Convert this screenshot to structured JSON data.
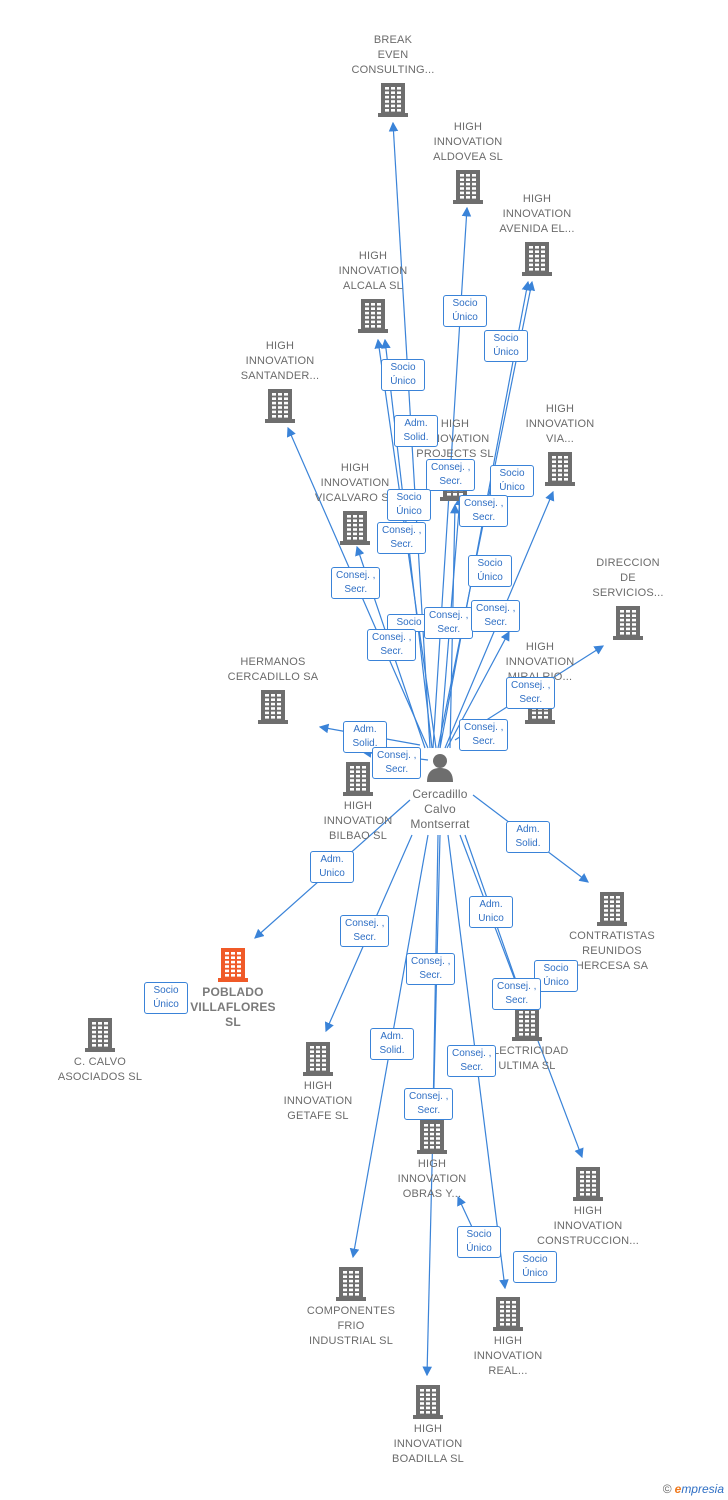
{
  "colors": {
    "edge": "#3a83d8",
    "building": "#6e6e6e",
    "focus_building": "#f05a28",
    "label": "#6b6b6b"
  },
  "center": {
    "icon": "person-icon",
    "label": "Cercadillo\nCalvo\nMontserrat"
  },
  "companies": [
    {
      "id": "break-even",
      "label": "BREAK\nEVEN\nCONSULTING...",
      "pos": "top"
    },
    {
      "id": "aldovea",
      "label": "HIGH\nINNOVATION\nALDOVEA  SL",
      "pos": "top"
    },
    {
      "id": "avenida",
      "label": "HIGH\nINNOVATION\nAVENIDA EL...",
      "pos": "top"
    },
    {
      "id": "alcala",
      "label": "HIGH\nINNOVATION\nALCALA  SL",
      "pos": "top"
    },
    {
      "id": "santander",
      "label": "HIGH\nINNOVATION\nSANTANDER...",
      "pos": "top"
    },
    {
      "id": "projects",
      "label": "HIGH\nINNOVATION\nPROJECTS  SL",
      "pos": "top"
    },
    {
      "id": "via",
      "label": "HIGH\nINNOVATION\nVIA...",
      "pos": "top"
    },
    {
      "id": "vicalvaro",
      "label": "HIGH\nINNOVATION\nVICALVARO  SL",
      "pos": "top"
    },
    {
      "id": "direccion",
      "label": "DIRECCION\nDE\nSERVICIOS...",
      "pos": "top"
    },
    {
      "id": "miralrio",
      "label": "HIGH\nINNOVATION\nMIRALRIO...",
      "pos": "top"
    },
    {
      "id": "hermanos",
      "label": "HERMANOS\nCERCADILLO SA",
      "pos": "top"
    },
    {
      "id": "bilbao",
      "label": "HIGH\nINNOVATION\nBILBAO  SL",
      "pos": "bottom"
    },
    {
      "id": "contratistas",
      "label": "CONTRATISTAS\nREUNIDOS\nHERCESA SA",
      "pos": "bottom"
    },
    {
      "id": "poblado",
      "label": "POBLADO\nVILLAFLORES\nSL",
      "pos": "bottom",
      "focus": true
    },
    {
      "id": "calvo",
      "label": "C.  CALVO\nASOCIADOS SL",
      "pos": "bottom"
    },
    {
      "id": "getafe",
      "label": "HIGH\nINNOVATION\nGETAFE  SL",
      "pos": "bottom"
    },
    {
      "id": "electricidad",
      "label": "ELECTRICIDAD\nULTIMA SL",
      "pos": "bottom"
    },
    {
      "id": "obras",
      "label": "HIGH\nINNOVATION\nOBRAS Y...",
      "pos": "bottom"
    },
    {
      "id": "construccion",
      "label": "HIGH\nINNOVATION\nCONSTRUCCION...",
      "pos": "bottom"
    },
    {
      "id": "frio",
      "label": "COMPONENTES\nFRIO\nINDUSTRIAL SL",
      "pos": "bottom"
    },
    {
      "id": "real",
      "label": "HIGH\nINNOVATION\nREAL...",
      "pos": "bottom"
    },
    {
      "id": "boadilla",
      "label": "HIGH\nINNOVATION\nBOADILLA  SL",
      "pos": "bottom"
    }
  ],
  "edge_labels": [
    "Socio\nÚnico",
    "Socio\nÚnico",
    "Socio\nÚnico",
    "Adm.\nSolid.",
    "Consej. ,\nSecr.",
    "Socio\nÚnico",
    "Socio\nÚnico",
    "Consej. ,\nSecr.",
    "Consej. ,\nSecr.",
    "Consej. ,\nSecr.",
    "Socio\nÚnico",
    "Socio",
    "Consej. ,\nSecr.",
    "Consej. ,\nSecr.",
    "Consej. ,\nSecr.",
    "Consej. ,\nSecr.",
    "Consej. ,\nSecr.",
    "Adm.\nSolid.",
    "Consej. ,\nSecr.",
    "Adm.\nSolid.",
    "Adm.\nUnico",
    "Adm.\nUnico",
    "Consej. ,\nSecr.",
    "Consej. ,\nSecr.",
    "Socio\nÚnico",
    "Consej. ,\nSecr.",
    "Socio\nÚnico",
    "Adm.\nSolid.",
    "Consej. ,\nSecr.",
    "Consej. ,\nSecr.",
    "Socio\nÚnico",
    "Socio\nÚnico"
  ],
  "brand": {
    "copyright": "©",
    "first_letter": "e",
    "rest": "mpresia"
  }
}
